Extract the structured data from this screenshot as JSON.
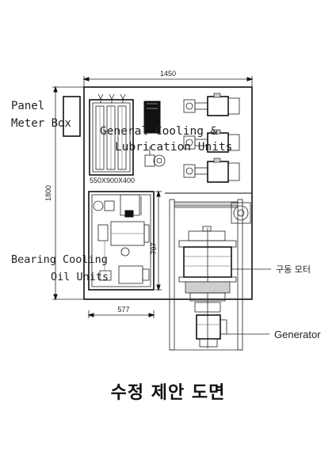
{
  "labels": {
    "panel_meter_box_line1": "Panel",
    "panel_meter_box_line2": "Meter Box",
    "general_cooling_line1": "General  Cooling &",
    "general_cooling_line2": "Lubrication Units",
    "bearing_cooling_line1": "Bearing Cooling",
    "bearing_cooling_line2": "Oil Units",
    "drive_motor": "구동 모터",
    "generator": "Generator",
    "cabinet_size": "550X900X400"
  },
  "dimensions": {
    "overall_width": "1450",
    "overall_height": "1800",
    "bearing_unit_width": "577",
    "bearing_unit_height": "707"
  },
  "title": "수정 제안 도면"
}
